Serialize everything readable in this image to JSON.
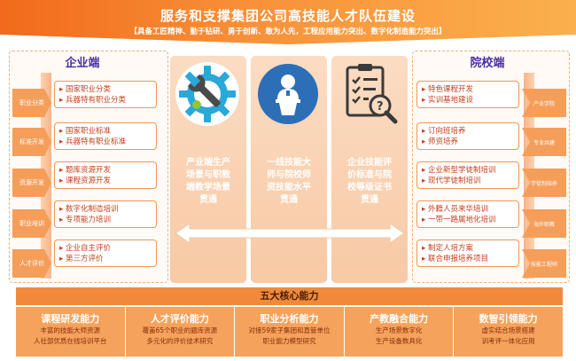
{
  "header": {
    "title": "服务和支撑集团公司高技能人才队伍建设",
    "subtitle": "【具备工匠精神、勤于钻研、勇于创新、敢为人先，工程应用能力突出、数字化制造能力突出】"
  },
  "left": {
    "title": "企业端",
    "rows": [
      {
        "label": "职业分类",
        "items": [
          "国家职业分类",
          "兵器特有职业分类"
        ]
      },
      {
        "label": "标准开发",
        "items": [
          "国家职业标准",
          "兵器特有职业标准"
        ]
      },
      {
        "label": "资源开发",
        "items": [
          "题库资源开发",
          "课程资源开发"
        ]
      },
      {
        "label": "职业培训",
        "items": [
          "数字化制造培训",
          "专项能力培训"
        ]
      },
      {
        "label": "人才评价",
        "items": [
          "企业自主评价",
          "第三方评价"
        ]
      }
    ]
  },
  "right": {
    "title": "院校端",
    "rows": [
      {
        "label": "产业学院",
        "items": [
          "特色课程开发",
          "实训基地建设"
        ]
      },
      {
        "label": "专业共建",
        "items": [
          "订向班培养",
          "师资培养"
        ]
      },
      {
        "label": "学徒制培养",
        "items": [
          "企业新型学徒制培训",
          "现代学徒制培训"
        ]
      },
      {
        "label": "海外职教",
        "items": [
          "外籍人员来华培训",
          "一带一路属地化培训"
        ]
      },
      {
        "label": "技能工程师",
        "items": [
          "制定人培方案",
          "联合申报培养项目"
        ]
      }
    ]
  },
  "center": {
    "columns": [
      {
        "icon": "gear-wrench-icon",
        "text": [
          "产业端生产",
          "场景与职教",
          "端教学场景",
          "贯通"
        ]
      },
      {
        "icon": "lecturer-podium-icon",
        "text": [
          "一线技能大",
          "师与院校师",
          "资技能水平",
          "贯通"
        ]
      },
      {
        "icon": "checklist-magnifier-icon",
        "text": [
          "企业技能评",
          "价标准与院",
          "校等级证书",
          "贯通"
        ]
      }
    ]
  },
  "core": {
    "heading": "五大核心能力",
    "items": [
      {
        "title": "课程研发能力",
        "desc": [
          "丰富的技能大师资源",
          "人社部优质在线培训平台"
        ]
      },
      {
        "title": "人才评价能力",
        "desc": [
          "覆盖65个职业的题库资源",
          "多元化的评价技术研究"
        ]
      },
      {
        "title": "职业分析能力",
        "desc": [
          "对接59家子集团和直管单位",
          "职业能力模型研究"
        ]
      },
      {
        "title": "产教融合能力",
        "desc": [
          "生产场景数字化",
          "生产设备数具化"
        ]
      },
      {
        "title": "数智引领能力",
        "desc": [
          "虚实结合场景搭建",
          "训考评一体化应用"
        ]
      }
    ]
  },
  "colors": {
    "accent": "#f26a1b",
    "panel_title": "#4a2ca6",
    "item_text": "#c4401c"
  }
}
